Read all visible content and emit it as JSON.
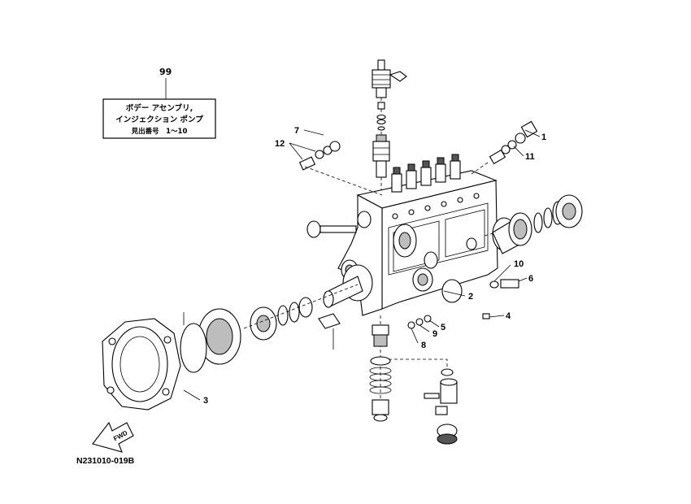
{
  "reference_box": {
    "number": "99",
    "line1": "ボデー アセンブリ,",
    "line2": "インジェクション ポンプ",
    "line3": "見出番号　1～10"
  },
  "callouts": {
    "c1": "1",
    "c2": "2",
    "c3": "3",
    "c4": "4",
    "c5": "5",
    "c6": "6",
    "c7": "7",
    "c8": "8",
    "c9": "9",
    "c10": "10",
    "c11": "11",
    "c12": "12"
  },
  "fwd_label": "FWD",
  "drawing_code": "N231010-019B"
}
